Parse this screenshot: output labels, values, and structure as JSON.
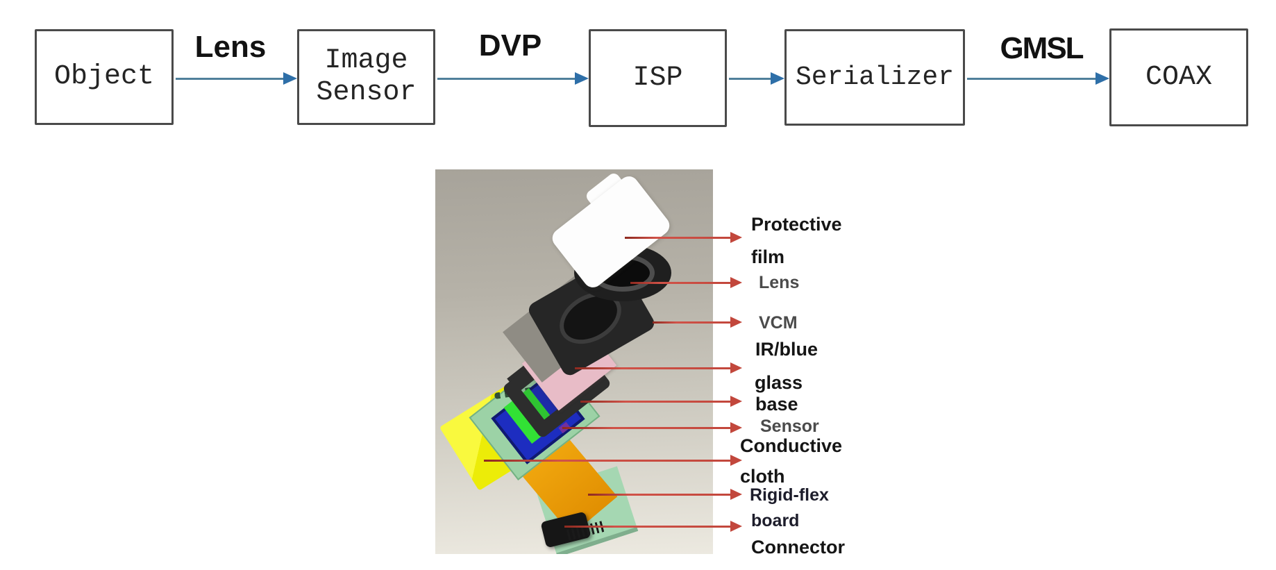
{
  "flow": {
    "boxes": [
      {
        "id": "object",
        "label": "Object"
      },
      {
        "id": "image-sensor",
        "label": "Image",
        "label2": "Sensor"
      },
      {
        "id": "isp",
        "label": "ISP"
      },
      {
        "id": "serializer",
        "label": "Serializer"
      },
      {
        "id": "coax",
        "label": "COAX"
      }
    ],
    "links": [
      {
        "from": "object",
        "to": "image-sensor",
        "label": "Lens"
      },
      {
        "from": "image-sensor",
        "to": "isp",
        "label": "DVP"
      },
      {
        "from": "isp",
        "to": "serializer",
        "label": ""
      },
      {
        "from": "serializer",
        "to": "coax",
        "label": "GMSL"
      }
    ]
  },
  "exploded_view": {
    "annotation_lines": [
      {
        "id": "protective",
        "text": "Protective"
      },
      {
        "id": "film",
        "text": "film"
      },
      {
        "id": "lens",
        "text": "Lens"
      },
      {
        "id": "vcm",
        "text": "VCM"
      },
      {
        "id": "ir-blue",
        "text": "IR/blue"
      },
      {
        "id": "glass",
        "text": "glass"
      },
      {
        "id": "base",
        "text": "base"
      },
      {
        "id": "sensor",
        "text": "Sensor"
      },
      {
        "id": "conductive",
        "text": "Conductive"
      },
      {
        "id": "cloth",
        "text": "cloth"
      },
      {
        "id": "rigid-flex",
        "text": "Rigid-flex"
      },
      {
        "id": "board",
        "text": "board"
      },
      {
        "id": "connector",
        "text": "Connector"
      }
    ]
  },
  "colors": {
    "flow_arrow": "#50809b",
    "flow_arrowhead": "#2e6fa8",
    "box_border": "#4a4a4a",
    "annotation_arrow": "#c2473c",
    "annotation_text": "#151515",
    "annotation_text_gray": "#4b4b4b",
    "photo_background_top": "#a7a39a",
    "photo_background_bottom": "#ece9e0",
    "protective_film": "#fdfdfd",
    "vcm_body": "#262626",
    "ir_glass": "#e8bcc7",
    "pcb": "#9cd2a6",
    "sensor_blue": "#1d2dc0",
    "sensor_inner_green": "#32e135",
    "conductive_cloth": "#ecec08",
    "flex_cable": "#f3ab10",
    "rigid_flex_board": "#a5d7b2",
    "connector": "#161616"
  }
}
